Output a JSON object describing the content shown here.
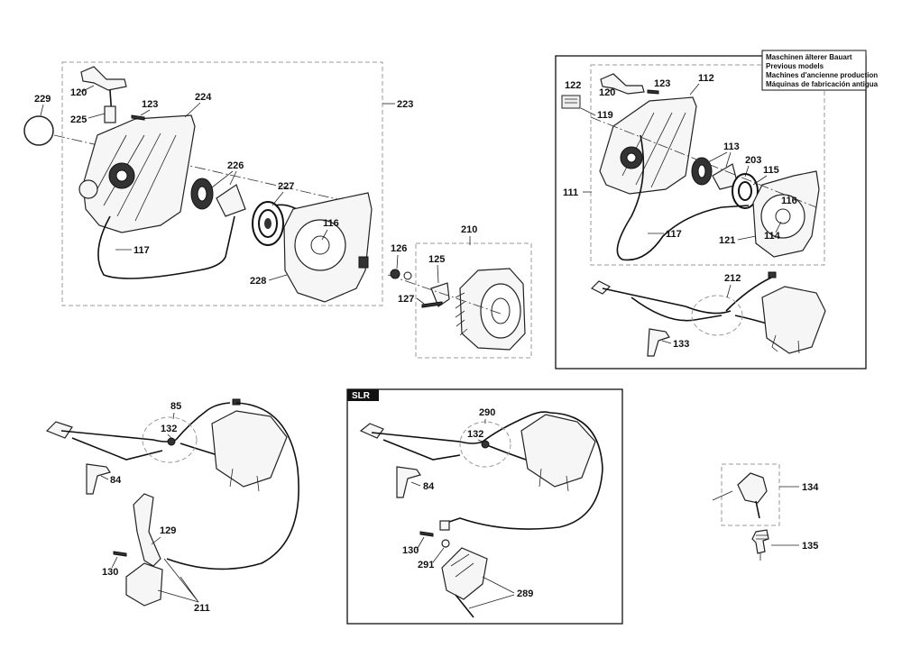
{
  "legend": {
    "line1": "Maschinen älterer Bauart",
    "line2": "Previous models",
    "line3": "Machines d'ancienne production",
    "line4": "Máquinas de fabricación antigua"
  },
  "slr_tag": "SLR",
  "parts": {
    "p229": "229",
    "p120a": "120",
    "p225": "225",
    "p123a": "123",
    "p224": "224",
    "p223": "223",
    "p226": "226",
    "p227": "227",
    "p116a": "116",
    "p117a": "117",
    "p228": "228",
    "p210": "210",
    "p126": "126",
    "p125": "125",
    "p127": "127",
    "p122": "122",
    "p120b": "120",
    "p123b": "123",
    "p112": "112",
    "p119": "119",
    "p113": "113",
    "p203": "203",
    "p115": "115",
    "p111": "111",
    "p116b": "116",
    "p114": "114",
    "p117b": "117",
    "p121": "121",
    "p212": "212",
    "p133": "133",
    "p85": "85",
    "p132a": "132",
    "p84a": "84",
    "p129": "129",
    "p130a": "130",
    "p211": "211",
    "p290": "290",
    "p132b": "132",
    "p84b": "84",
    "p130b": "130",
    "p291": "291",
    "p289": "289",
    "p134": "134",
    "p135": "135"
  },
  "colors": {
    "line": "#222222",
    "dash": "#999999",
    "fill": "#f6f6f6"
  }
}
